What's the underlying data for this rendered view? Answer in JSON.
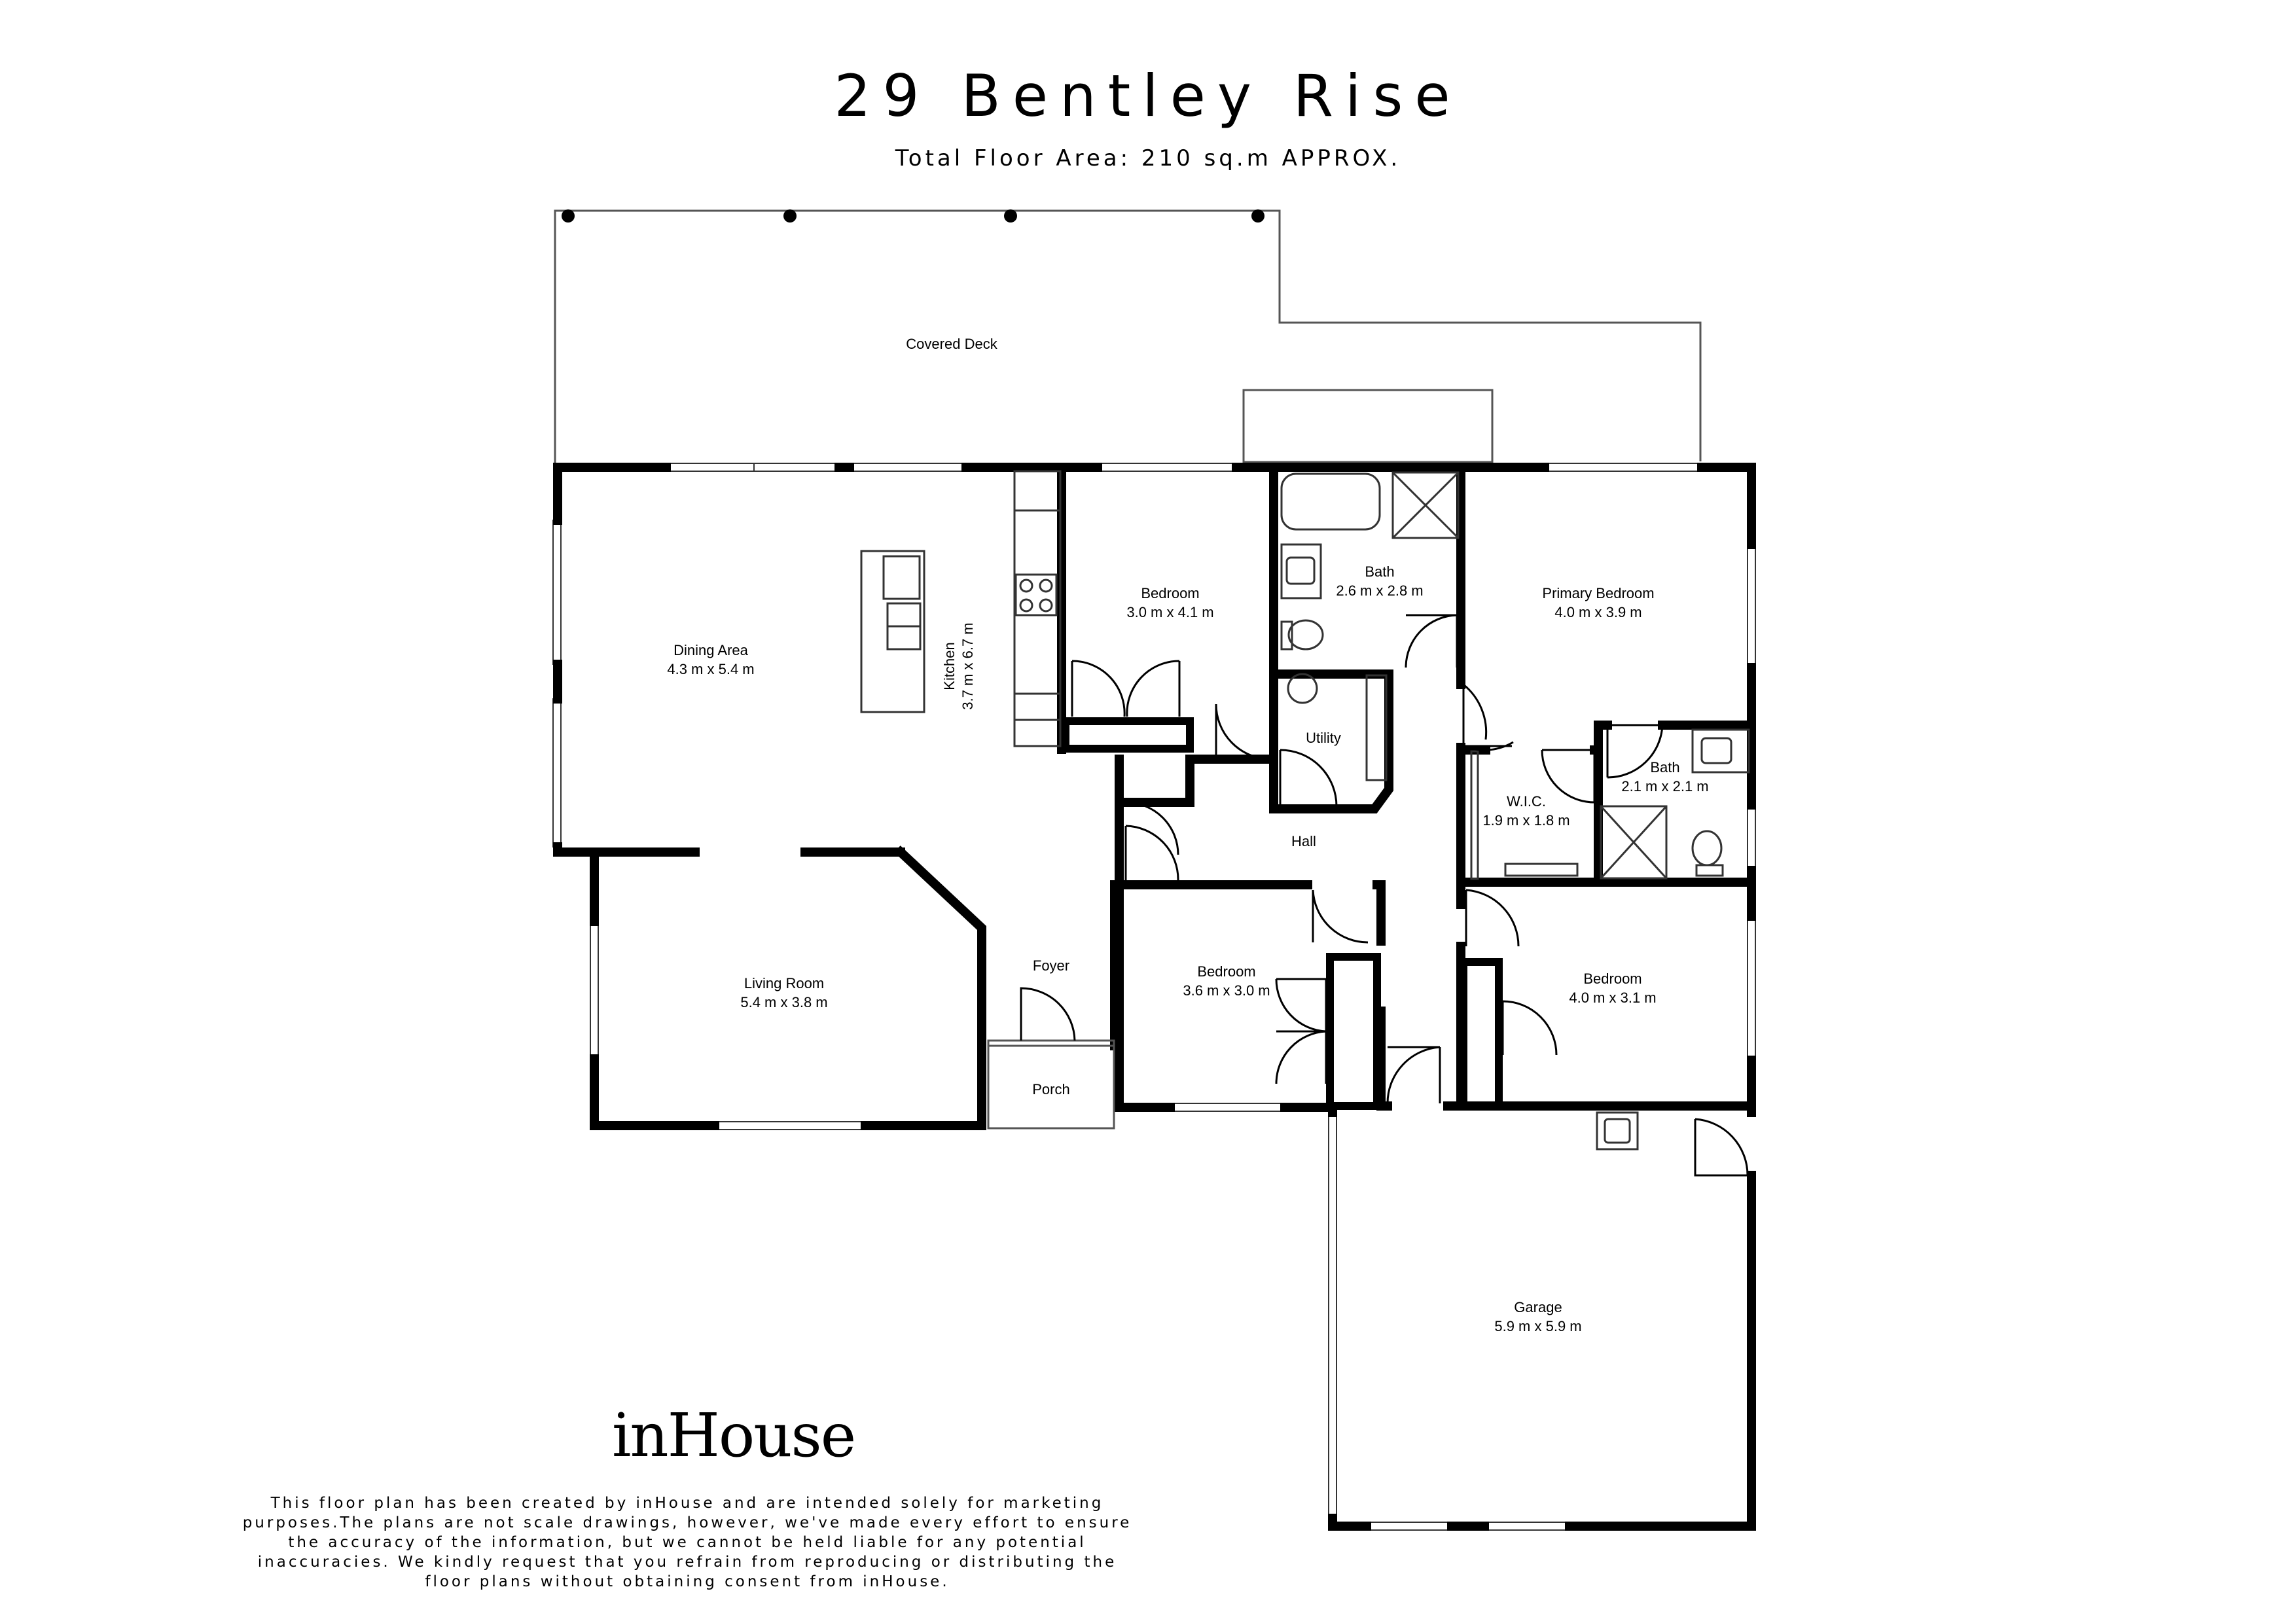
{
  "header": {
    "title": "29 Bentley Rise",
    "subtitle": "Total Floor Area: 210 sq.m APPROX."
  },
  "rooms": [
    {
      "id": "covered-deck",
      "name": "Covered Deck",
      "dims": ""
    },
    {
      "id": "dining-area",
      "name": "Dining Area",
      "dims": "4.3 m x 5.4 m"
    },
    {
      "id": "kitchen",
      "name": "Kitchen",
      "dims": "3.7 m x 6.7 m"
    },
    {
      "id": "bedroom-1",
      "name": "Bedroom",
      "dims": "3.0 m x 4.1 m"
    },
    {
      "id": "bath-1",
      "name": "Bath",
      "dims": "2.6 m x 2.8 m"
    },
    {
      "id": "primary-bedroom",
      "name": "Primary Bedroom",
      "dims": "4.0 m x 3.9 m"
    },
    {
      "id": "utility",
      "name": "Utility",
      "dims": ""
    },
    {
      "id": "wic",
      "name": "W.I.C.",
      "dims": "1.9 m x 1.8 m"
    },
    {
      "id": "bath-2",
      "name": "Bath",
      "dims": "2.1 m x 2.1 m"
    },
    {
      "id": "hall",
      "name": "Hall",
      "dims": ""
    },
    {
      "id": "living-room",
      "name": "Living Room",
      "dims": "5.4 m x 3.8 m"
    },
    {
      "id": "foyer",
      "name": "Foyer",
      "dims": ""
    },
    {
      "id": "bedroom-2",
      "name": "Bedroom",
      "dims": "3.6 m x 3.0 m"
    },
    {
      "id": "bedroom-3",
      "name": "Bedroom",
      "dims": "4.0 m x 3.1 m"
    },
    {
      "id": "porch",
      "name": "Porch",
      "dims": ""
    },
    {
      "id": "garage",
      "name": "Garage",
      "dims": "5.9 m x 5.9 m"
    }
  ],
  "logo": {
    "text": "inHouse"
  },
  "disclaimer": {
    "lines": [
      "This floor plan has been created by inHouse and are intended solely for marketing",
      "purposes.The plans are not scale drawings, however, we've made every effort to ensure",
      "the accuracy of the information, but we cannot be held liable for any potential",
      "inaccuracies. We kindly request that you refrain from reproducing or distributing the",
      "floor plans without obtaining consent from inHouse."
    ]
  }
}
